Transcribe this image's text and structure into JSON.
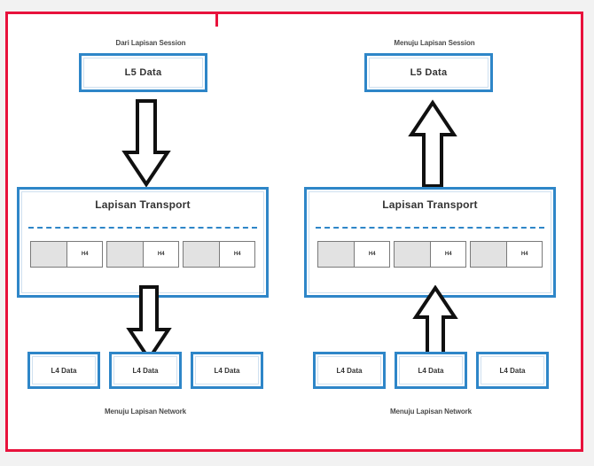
{
  "diagram": {
    "title_text_visible": false,
    "colors": {
      "frame_red": "#e8123c",
      "box_blue": "#2e86c8",
      "segment_gray": "#e2e2e2",
      "segment_border": "#7a7a7a",
      "text_dark": "#333333",
      "caption_gray": "#4a4a4a"
    },
    "left": {
      "top_caption": "Dari Lapisan Session",
      "top_box_label": "L5 Data",
      "transport_title": "Lapisan Transport",
      "segments": [
        {
          "header_label": "H4"
        },
        {
          "header_label": "H4"
        },
        {
          "header_label": "H4"
        }
      ],
      "output_boxes": [
        {
          "label": "L4 Data"
        },
        {
          "label": "L4 Data"
        },
        {
          "label": "L4 Data"
        }
      ],
      "bottom_caption": "Menuju Lapisan Network",
      "arrow_top_direction": "down",
      "arrow_bottom_direction": "down"
    },
    "right": {
      "top_caption": "Menuju Lapisan Session",
      "top_box_label": "L5 Data",
      "transport_title": "Lapisan Transport",
      "segments": [
        {
          "header_label": "H4"
        },
        {
          "header_label": "H4"
        },
        {
          "header_label": "H4"
        }
      ],
      "output_boxes": [
        {
          "label": "L4 Data"
        },
        {
          "label": "L4 Data"
        },
        {
          "label": "L4 Data"
        }
      ],
      "bottom_caption": "Menuju Lapisan Network",
      "arrow_top_direction": "up",
      "arrow_bottom_direction": "up"
    }
  }
}
